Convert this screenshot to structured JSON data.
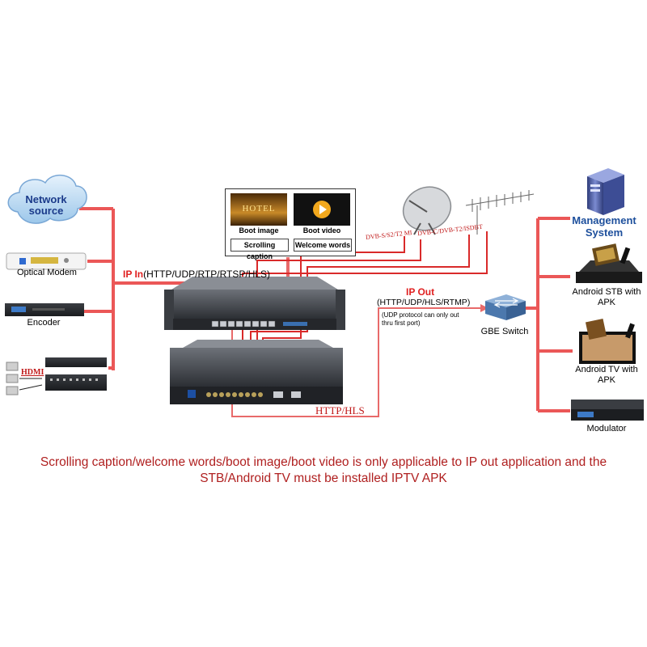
{
  "sources": {
    "network_source": "Network source",
    "optical_modem": "Optical Modem",
    "encoder": "Encoder",
    "hdmi": "HDMI"
  },
  "ip_in": {
    "title": "IP In",
    "protocols": "(HTTP/UDP/RTP/RTSP/HLS)"
  },
  "features": {
    "boot_image": "Boot image",
    "boot_video": "Boot video",
    "scrolling_caption": "Scrolling caption",
    "welcome_words": "Welcome words",
    "hotel_sign": "HOTEL"
  },
  "antennas": {
    "satellite_label": "DVB-S/S2/T2 MI",
    "terrestrial_label": "DVB-C/DVB-T2/ISDBT"
  },
  "ip_out": {
    "title": "IP Out",
    "protocols": "(HTTP/UDP/HLS/RTMP)",
    "note": "(UDP protocol can only out thru first port)"
  },
  "switch_label": "GBE Switch",
  "http_hls": "HTTP/HLS",
  "outputs": {
    "management": "Management System",
    "android_stb": "Android STB with APK",
    "android_tv": "Android TV with APK",
    "modulator": "Modulator"
  },
  "caption": {
    "line1": "Scrolling caption/welcome words/boot image/boot video is only applicable to IP out application and the",
    "line2": "STB/Android TV must be installed IPTV APK"
  },
  "colors": {
    "wire": "#e83a3a",
    "caption": "#b02020",
    "management_text": "#1d4f9c"
  }
}
